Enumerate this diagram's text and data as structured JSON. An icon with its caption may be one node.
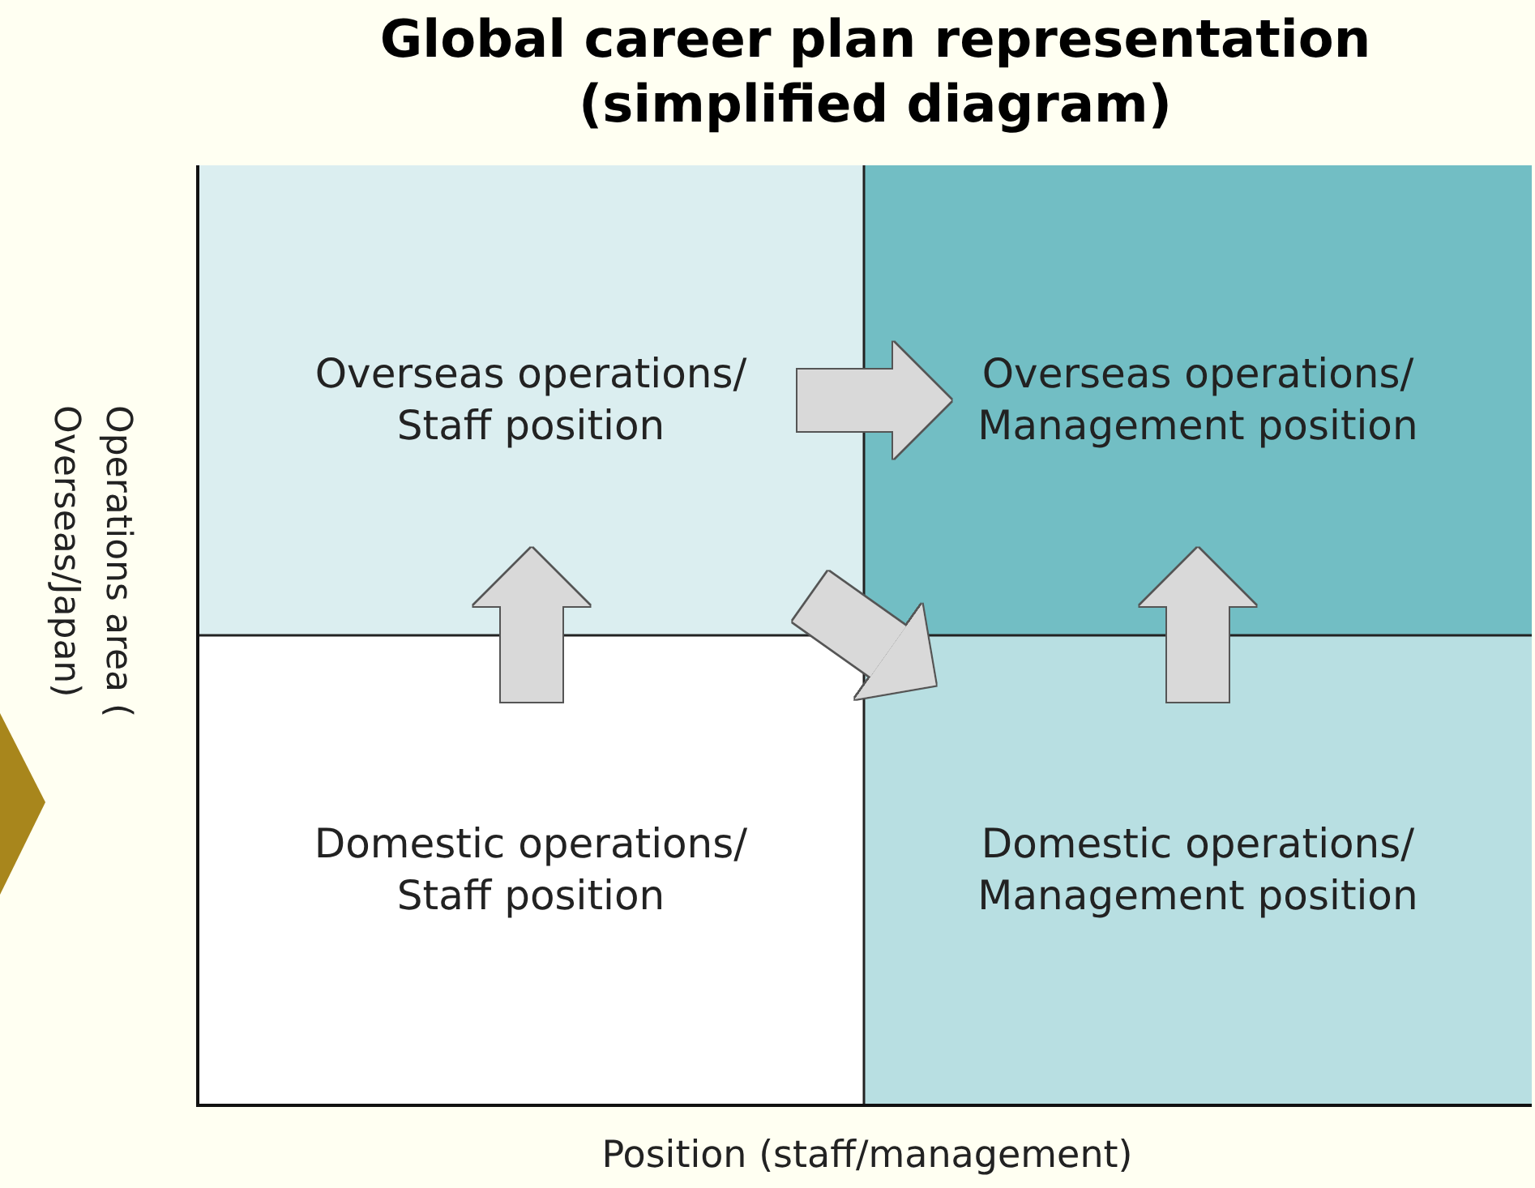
{
  "diagram": {
    "title": "Global career plan representation (simplified diagram)",
    "nodes": [
      {
        "text": [
          "Overseas operations/ Staff position"
        ]
      },
      {
        "text": [
          "Overseas operations/ Management position"
        ]
      },
      {
        "text": [
          "Domestic operations/ Staff position"
        ]
      },
      {
        "text": [
          "Domestic operations/ Management position"
        ]
      },
      {
        "text": [],
        "shape": "triangle"
      }
    ],
    "edges": [
      {
        "from": 0,
        "to": 1,
        "arrow": "to"
      },
      {
        "from": 2,
        "to": 0,
        "arrow": "to"
      },
      {
        "from": 0,
        "to": 3,
        "arrow": "to"
      },
      {
        "from": 3,
        "to": 1,
        "arrow": "to"
      }
    ],
    "labels": [
      "Operations area ( Overseas/Japan)",
      "Position (staff/management)"
    ]
  }
}
